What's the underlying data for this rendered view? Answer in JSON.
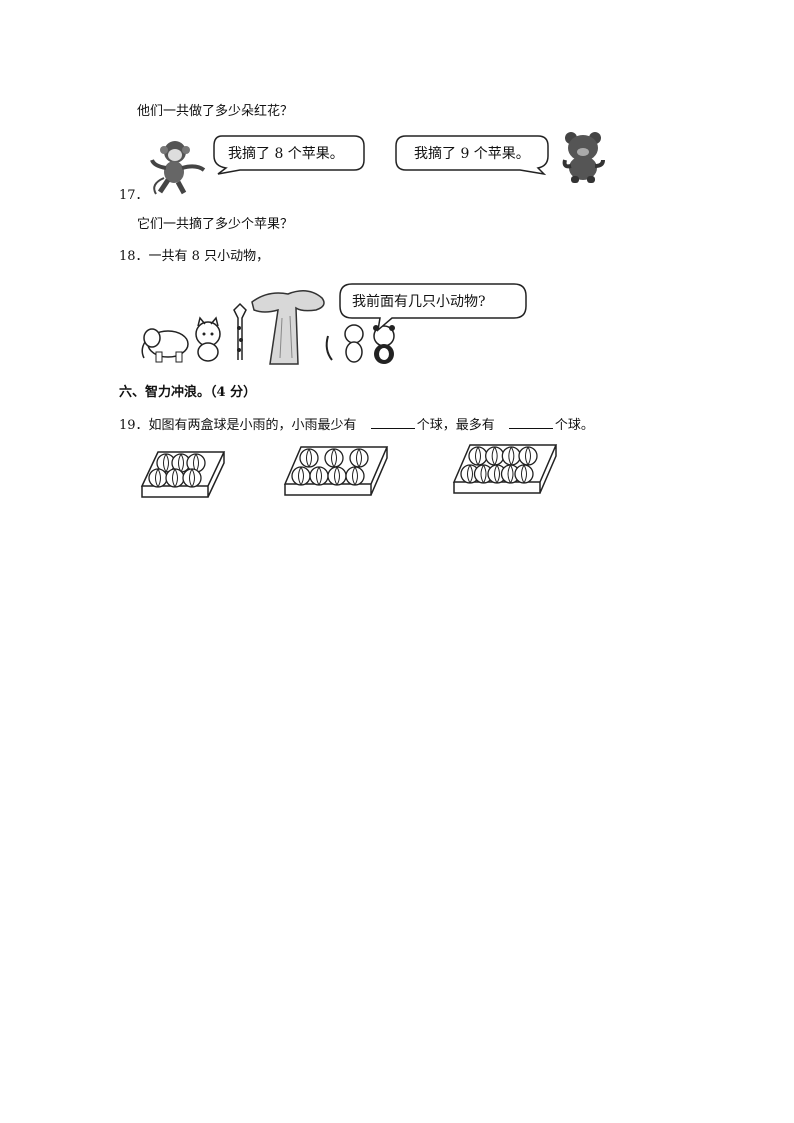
{
  "q16": {
    "question": "他们一共做了多少朵红花？"
  },
  "q17": {
    "number": "17．",
    "monkey_speech": "我摘了 8 个苹果。",
    "bear_speech": "我摘了 9 个苹果。",
    "question": "它们一共摘了多少个苹果？"
  },
  "q18": {
    "text": "18．一共有 8 只小动物，",
    "speech": "我前面有几只小动物?"
  },
  "section6": {
    "title": "六、智力冲浪。（4 分）"
  },
  "q19": {
    "prefix": "19．如图有两盒球是小雨的，小雨最少有",
    "middle": "个球，最多有",
    "suffix": "个球。",
    "boxes": [
      {
        "balls": 6
      },
      {
        "balls": 7
      },
      {
        "balls": 9
      }
    ]
  }
}
